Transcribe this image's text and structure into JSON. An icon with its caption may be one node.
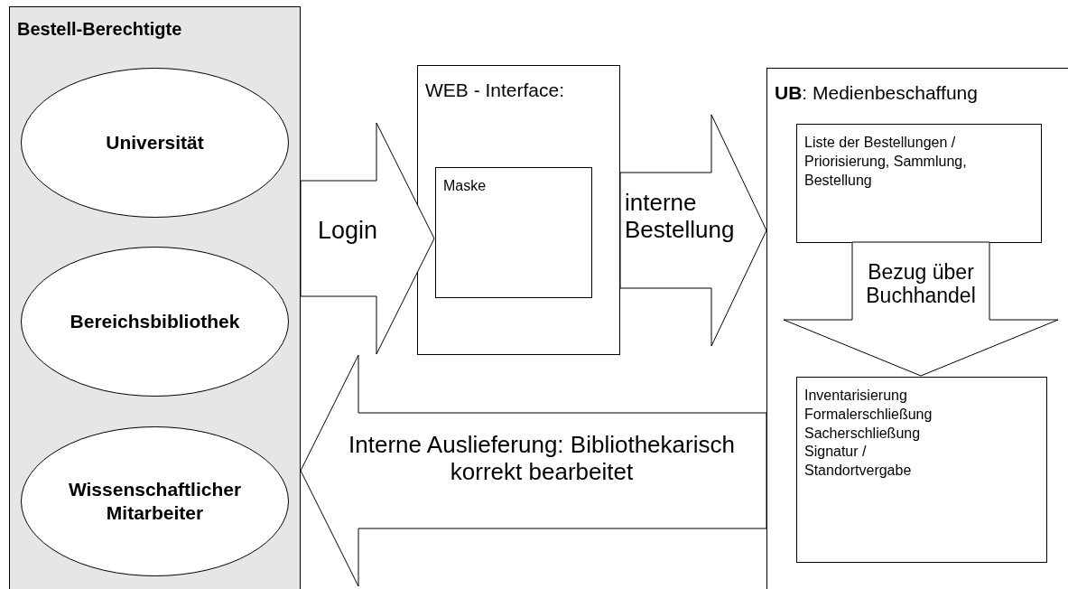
{
  "diagram": {
    "nodes": [
      {
        "text": [
          "Bestell-Berechtigte"
        ]
      },
      {
        "text": [
          "Universität"
        ],
        "in": 0
      },
      {
        "text": [
          "Bereichsbibliothek"
        ],
        "in": 0
      },
      {
        "text": [
          "Wissenschaftlicher Mitarbeiter"
        ],
        "in": 0
      },
      {
        "text": [
          "WEB - Interface:"
        ]
      },
      {
        "text": [
          "Maske"
        ],
        "in": 4
      },
      {
        "text": [
          "**UB**: Medienbeschaffung"
        ]
      },
      {
        "text": [
          "Liste der Bestellungen / Priorisierung, Sammlung, Bestellung"
        ],
        "in": 6
      },
      {
        "text": [
          "Inventarisierung Formalerschließung Sacherschließung Signatur / Standortvergabe"
        ],
        "in": 6
      }
    ],
    "edges": [
      {
        "from": 0,
        "to": 5,
        "arrow": "to",
        "label": "Login"
      },
      {
        "from": 4,
        "to": 6,
        "arrow": "to",
        "label": "interne Bestellung"
      },
      {
        "from": 7,
        "to": 8,
        "arrow": "to",
        "label": "Bezug über Buchhandel"
      },
      {
        "from": 6,
        "to": 0,
        "arrow": "to",
        "label": "Interne Auslieferung: Bibliothekarisch korrekt bearbeitet"
      }
    ]
  }
}
